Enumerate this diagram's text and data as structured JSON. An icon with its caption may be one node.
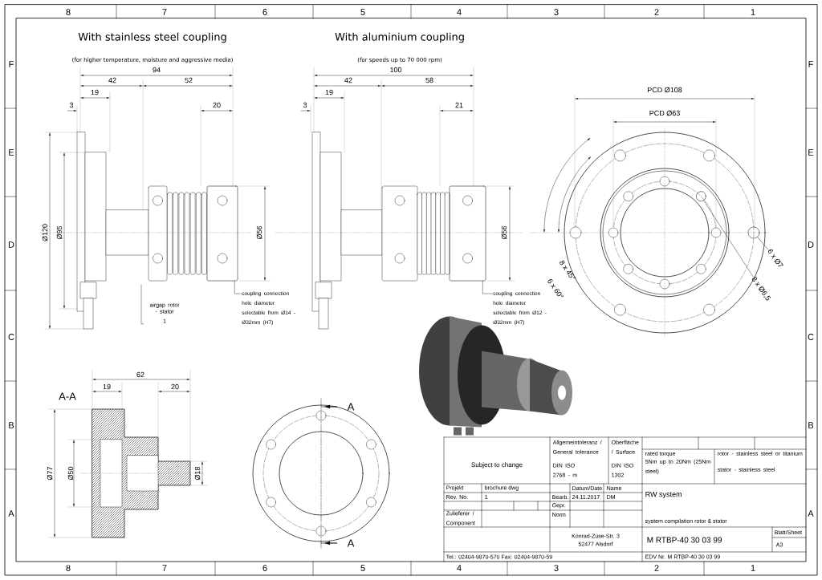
{
  "diagram": {
    "nodes": [
      {
        "text": [
          "airgap rotor - stator",
          "1"
        ]
      },
      {
        "text": [
          "coupling connection hole diameter selectable from Ø14 - Ø32mm (H7)"
        ]
      },
      {
        "text": [
          "coupling connection hole diameter selectable from Ø12 - Ø32mm (H7)"
        ]
      },
      {
        "text": [
          "6 x Ø7"
        ]
      },
      {
        "text": [
          "8 x Ø6,5"
        ]
      },
      {
        "text": [],
        "shape": "box"
      },
      {
        "text": [],
        "shape": "box"
      },
      {
        "text": [],
        "shape": "circle"
      },
      {
        "text": [],
        "shape": "circle"
      }
    ],
    "edges": [
      {
        "from": 0,
        "to": null,
        "arrow": "none"
      },
      {
        "from": 1,
        "to": 5,
        "arrow": "none"
      },
      {
        "from": 2,
        "to": 6,
        "arrow": "none"
      },
      {
        "from": 3,
        "to": 7,
        "arrow": "none"
      },
      {
        "from": 4,
        "to": 8,
        "arrow": "none"
      }
    ],
    "labels": [
      "8",
      "7",
      "6",
      "5",
      "4",
      "3",
      "2",
      "1",
      "8",
      "7",
      "6",
      "5",
      "4",
      "3",
      "2",
      "1",
      "F",
      "E",
      "D",
      "C",
      "B",
      "A",
      "F",
      "E",
      "D",
      "C",
      "B",
      "A",
      "With stainless steel coupling",
      "(for higher temperature, moisture and aggressive media)",
      "With aluminium coupling",
      "(for speeds up to 70 000 rpm)",
      "94",
      "42",
      "52",
      "19",
      "3",
      "20",
      "Ø120",
      "Ø95",
      "Ø56",
      "100",
      "42",
      "58",
      "19",
      "3",
      "21",
      "Ø56",
      "PCD Ø108",
      "PCD Ø63",
      "8 x 45°",
      "6 x 60°",
      "A-A",
      "62",
      "19",
      "20",
      "Ø77",
      "Ø50",
      "Ø18",
      "A",
      "A",
      "Subject to change",
      "Allgemeintoleranz / General tolerance",
      "DIN ISO 2768 - m",
      "Oberfläche / Surface",
      "DIN ISO 1302",
      "rated torque",
      "5Nm up to 20Nm (25Nm steel)",
      "rotor - stainless steel or titanium",
      "stator - stainless steel",
      "Projekt",
      "brochure dwg",
      "Datum/Date",
      "Name",
      "Rev. No.",
      "1",
      "Bearb.",
      "24.11.2017",
      "DM",
      "Gepr.",
      "Norm",
      "Zulieferer / Component",
      "RW system",
      "system compilation rotor & stator",
      "Konrad-Zuse-Str. 3",
      "52477 Alsdorf",
      "M RTBP-40 30 03 99",
      "Blatt/Sheet",
      "A3",
      "Tel.: 02404-9870-570 Fax: 02404-9870-59",
      "EDV Nr. M RTBP-40 30 03 99"
    ]
  }
}
